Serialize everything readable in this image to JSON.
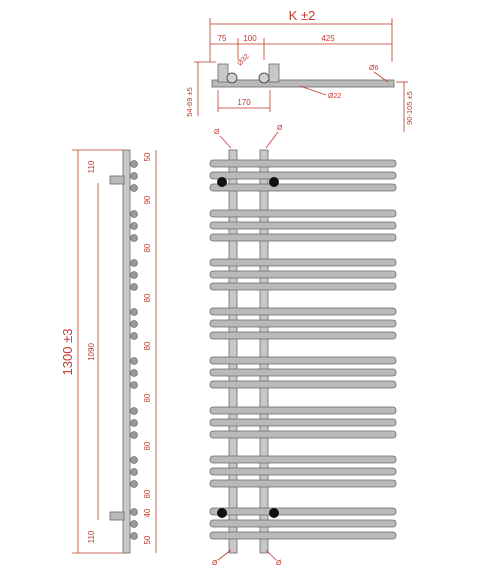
{
  "top_view": {
    "width_label": "K ±2",
    "dim_75": "75",
    "dim_100": "100",
    "dim_425": "425",
    "diameter_32": "Ø32",
    "diameter_6": "Ø6",
    "diameter_22": "Ø22",
    "dim_170": "170",
    "left_depth": "54-69 ±5",
    "right_depth": "90-105 ±5"
  },
  "side_view": {
    "total_height": "1300 ±3",
    "inner_height": "1090",
    "top_offset": "110",
    "bottom_offset": "110",
    "spacings": [
      "50",
      "90",
      "80",
      "80",
      "80",
      "80",
      "80",
      "80",
      "40",
      "50"
    ]
  },
  "front_view": {
    "pipe_diameter_label": "Ø"
  }
}
